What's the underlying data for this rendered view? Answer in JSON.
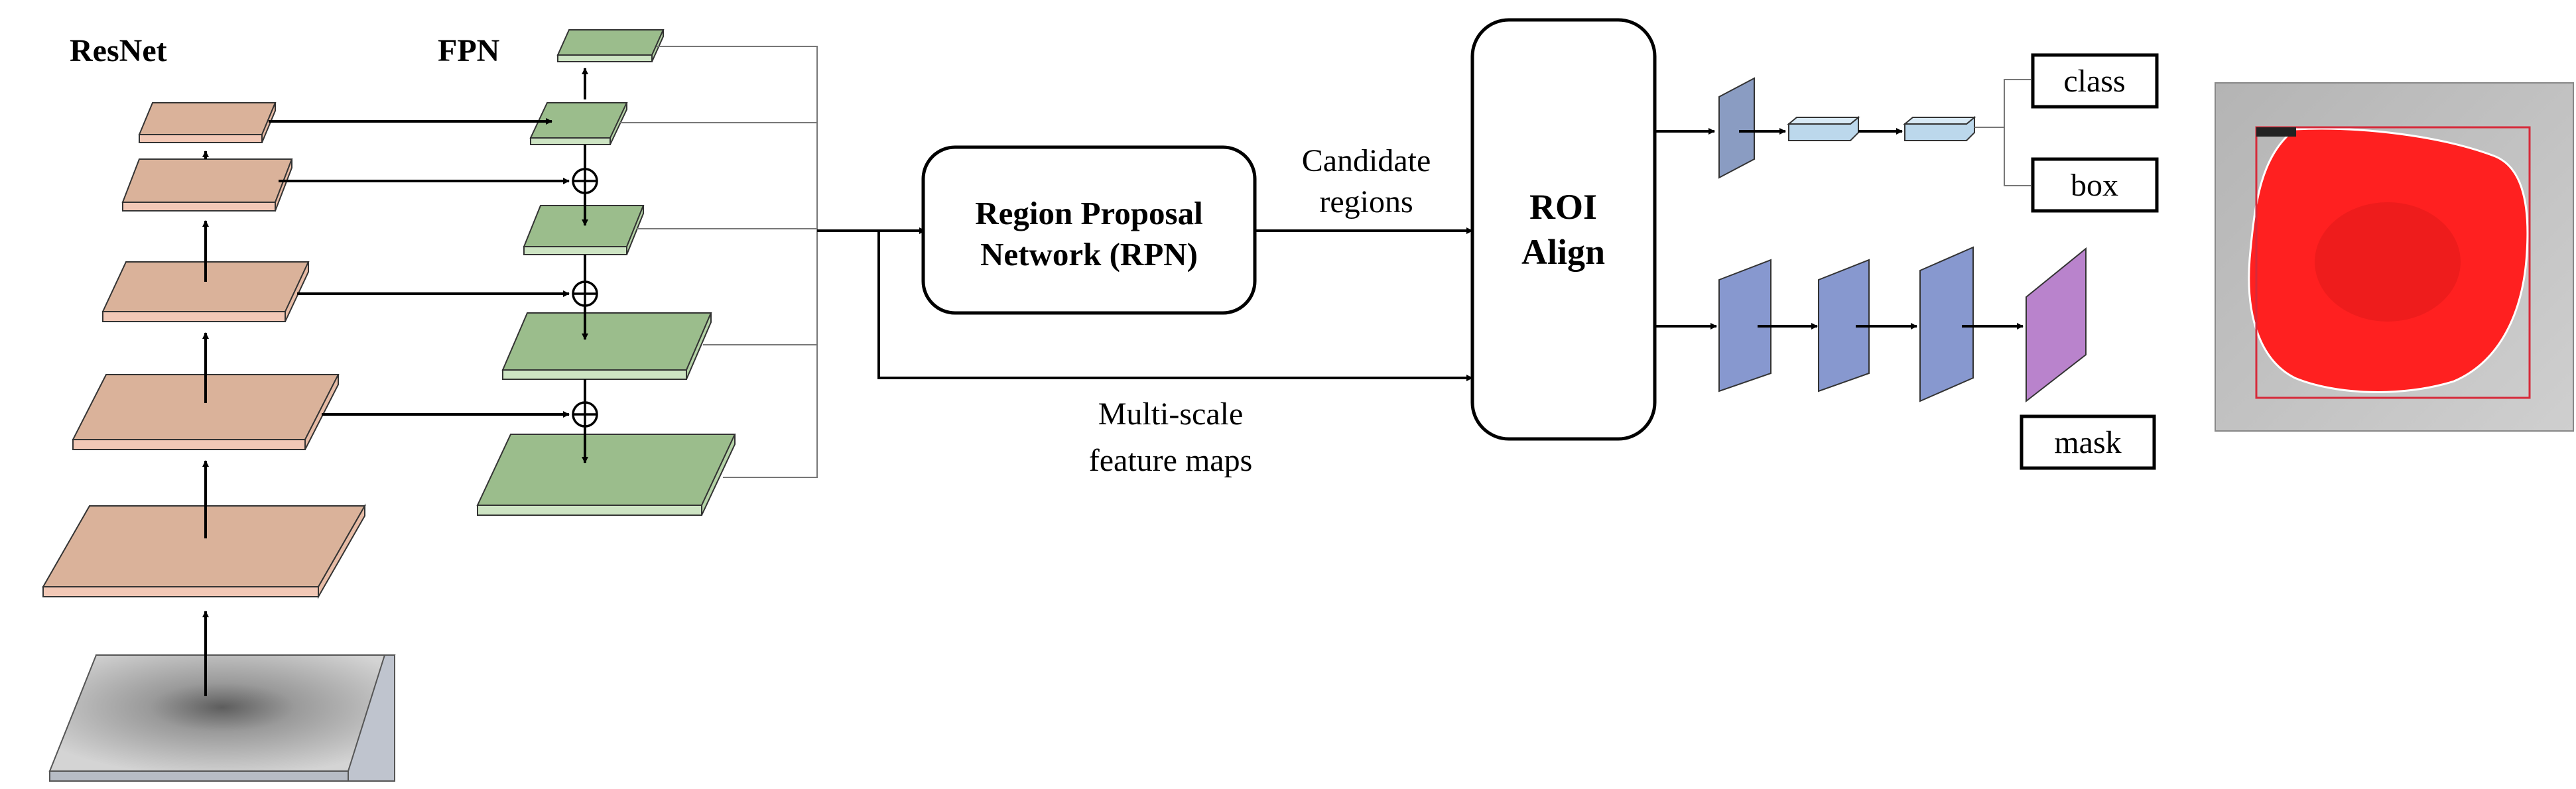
{
  "labels": {
    "resnet": "ResNet",
    "fpn": "FPN",
    "rpn_line1": "Region Proposal",
    "rpn_line2": "Network (RPN)",
    "candidate_line1": "Candidate",
    "candidate_line2": "regions",
    "roi_line1": "ROI",
    "roi_line2": "Align",
    "multiscale_line1": "Multi-scale",
    "multiscale_line2": "feature maps",
    "class": "class",
    "box": "box",
    "mask": "mask"
  },
  "colors": {
    "resnet_fill": "#dab29a",
    "resnet_side": "#f2c8b6",
    "fpn_fill": "#9bbd8c",
    "fpn_side": "#cde4c3",
    "head_small_fill": "#bcd8ec",
    "head_dark_fill": "#8a9cc2",
    "head_conv_fill": "#8798cf",
    "mask_fill": "#b983cc",
    "segmentation_red": "#ff2020"
  }
}
